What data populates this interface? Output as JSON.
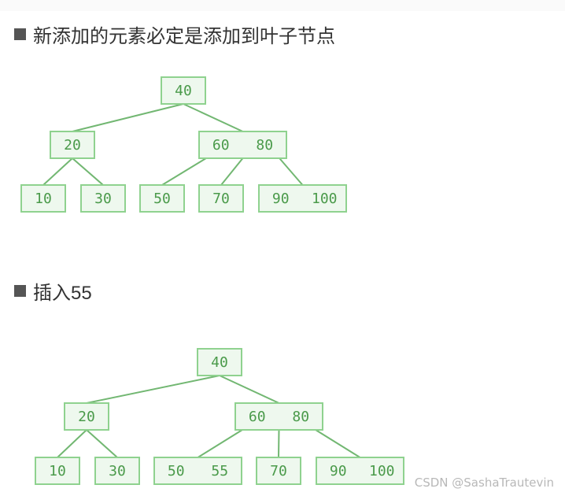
{
  "section1": {
    "title": "新添加的元素必定是添加到叶子节点",
    "tree": {
      "nodes": [
        {
          "id": "n40",
          "keys": [
            "40"
          ]
        },
        {
          "id": "n20",
          "keys": [
            "20"
          ]
        },
        {
          "id": "n6080",
          "keys": [
            "60",
            "80"
          ]
        },
        {
          "id": "n10",
          "keys": [
            "10"
          ]
        },
        {
          "id": "n30",
          "keys": [
            "30"
          ]
        },
        {
          "id": "n50",
          "keys": [
            "50"
          ]
        },
        {
          "id": "n70",
          "keys": [
            "70"
          ]
        },
        {
          "id": "n90100",
          "keys": [
            "90",
            "100"
          ]
        }
      ],
      "edges": [
        [
          "n40",
          "n20"
        ],
        [
          "n40",
          "n6080"
        ],
        [
          "n20",
          "n10"
        ],
        [
          "n20",
          "n30"
        ],
        [
          "n6080",
          "n50"
        ],
        [
          "n6080",
          "n70"
        ],
        [
          "n6080",
          "n90100"
        ]
      ]
    }
  },
  "section2": {
    "title": "插入55",
    "tree": {
      "nodes": [
        {
          "id": "n40",
          "keys": [
            "40"
          ]
        },
        {
          "id": "n20",
          "keys": [
            "20"
          ]
        },
        {
          "id": "n6080",
          "keys": [
            "60",
            "80"
          ]
        },
        {
          "id": "n10",
          "keys": [
            "10"
          ]
        },
        {
          "id": "n30",
          "keys": [
            "30"
          ]
        },
        {
          "id": "n5055",
          "keys": [
            "50",
            "55"
          ]
        },
        {
          "id": "n70",
          "keys": [
            "70"
          ]
        },
        {
          "id": "n90100",
          "keys": [
            "90",
            "100"
          ]
        }
      ],
      "edges": [
        [
          "n40",
          "n20"
        ],
        [
          "n40",
          "n6080"
        ],
        [
          "n20",
          "n10"
        ],
        [
          "n20",
          "n30"
        ],
        [
          "n6080",
          "n5055"
        ],
        [
          "n6080",
          "n70"
        ],
        [
          "n6080",
          "n90100"
        ]
      ]
    }
  },
  "watermark": "CSDN @SashaTrautevin",
  "colors": {
    "node_fill": "#eef8ee",
    "node_border": "#8fd28f",
    "key_text": "#4a9a4a",
    "edge": "#72b772"
  }
}
